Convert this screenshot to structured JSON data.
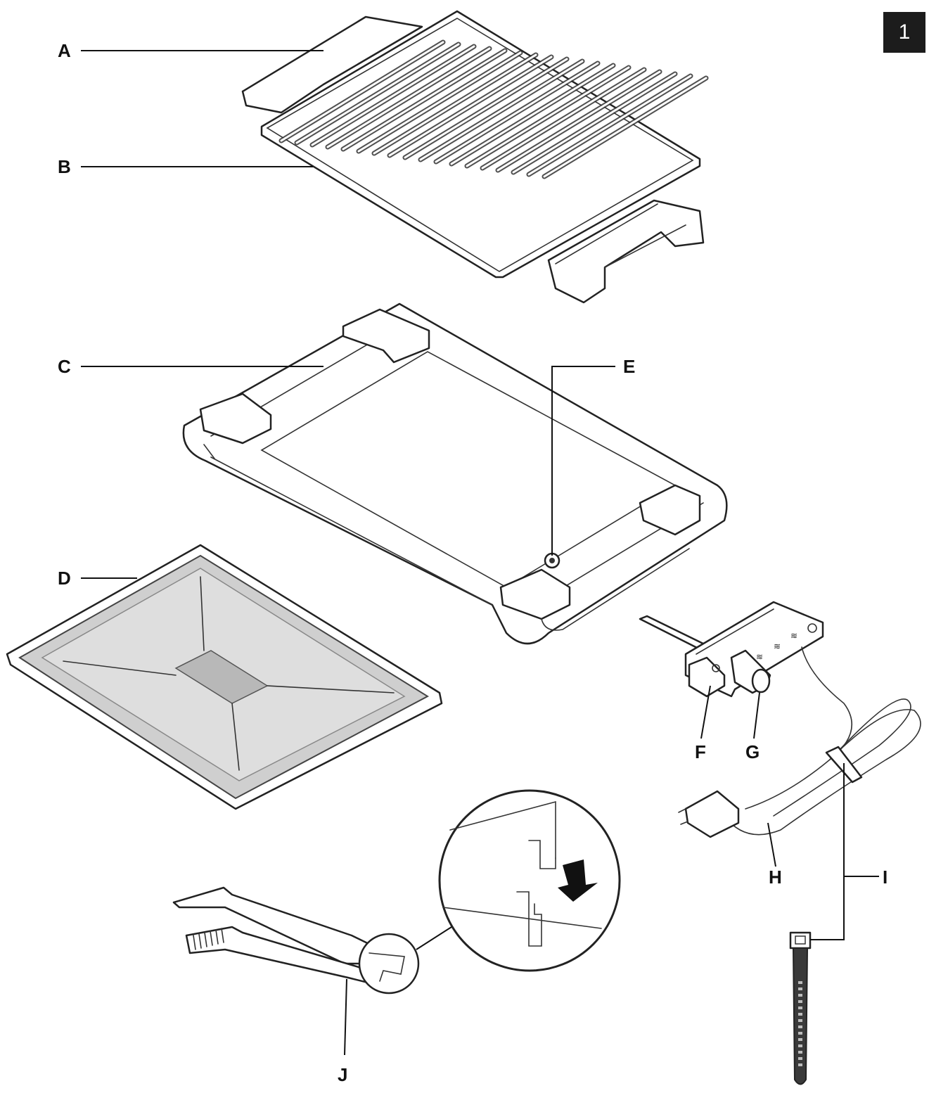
{
  "figure_number": "1",
  "labels": {
    "A": "A",
    "B": "B",
    "C": "C",
    "D": "D",
    "E": "E",
    "F": "F",
    "G": "G",
    "H": "H",
    "I": "I",
    "J": "J"
  },
  "parts": [
    {
      "id": "A",
      "icon": "drip-tray-handle-icon"
    },
    {
      "id": "B",
      "icon": "grill-plate-icon"
    },
    {
      "id": "C",
      "icon": "grill-base-frame-icon"
    },
    {
      "id": "D",
      "icon": "drip-tray-icon"
    },
    {
      "id": "E",
      "icon": "thermostat-socket-icon"
    },
    {
      "id": "F",
      "icon": "thermostat-probe-icon"
    },
    {
      "id": "G",
      "icon": "temperature-knob-icon"
    },
    {
      "id": "H",
      "icon": "power-cord-icon"
    },
    {
      "id": "I",
      "icon": "cable-tie-icon"
    },
    {
      "id": "J",
      "icon": "tongs-icon"
    }
  ]
}
